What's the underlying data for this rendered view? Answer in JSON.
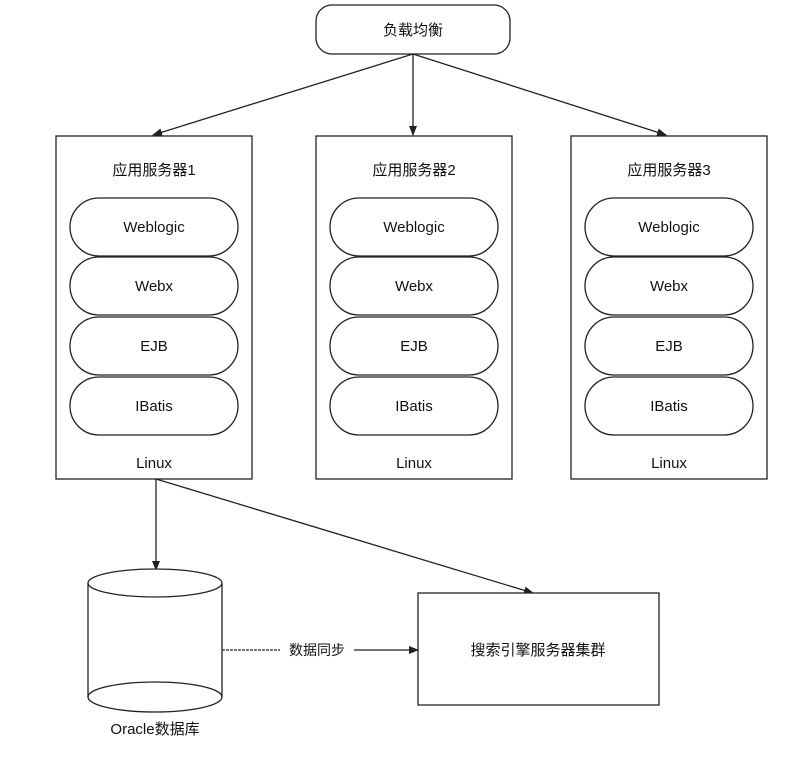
{
  "load_balancer": {
    "label": "负载均衡"
  },
  "servers": [
    {
      "title": "应用服务器1",
      "layers": [
        "Weblogic",
        "Webx",
        "EJB",
        "IBatis"
      ],
      "os": "Linux"
    },
    {
      "title": "应用服务器2",
      "layers": [
        "Weblogic",
        "Webx",
        "EJB",
        "IBatis"
      ],
      "os": "Linux"
    },
    {
      "title": "应用服务器3",
      "layers": [
        "Weblogic",
        "Webx",
        "EJB",
        "IBatis"
      ],
      "os": "Linux"
    }
  ],
  "database": {
    "label": "Oracle数据库"
  },
  "sync": {
    "label": "数据同步"
  },
  "search_cluster": {
    "label": "搜索引擎服务器集群"
  }
}
